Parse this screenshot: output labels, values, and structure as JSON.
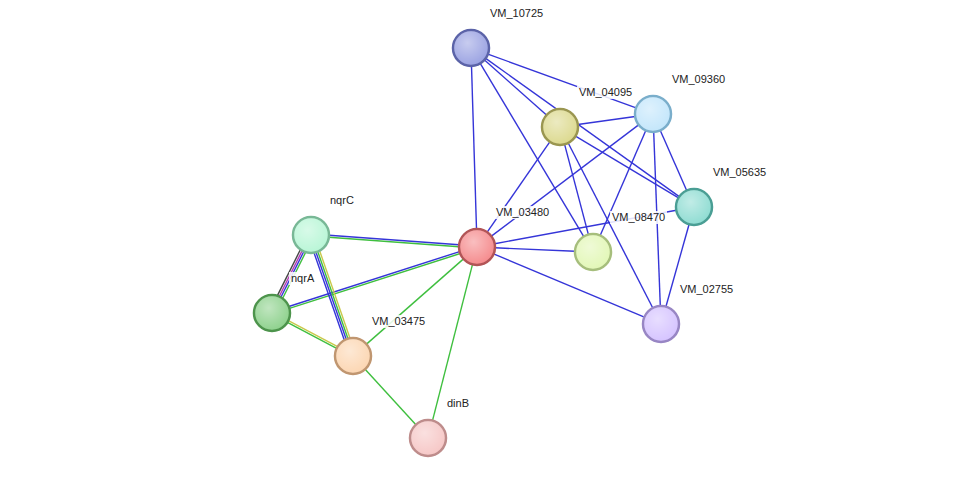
{
  "diagram": {
    "nodes": [
      {
        "text": [
          "VM_10725"
        ]
      },
      {
        "text": [
          "VM_04095"
        ]
      },
      {
        "text": [
          "VM_09360"
        ]
      },
      {
        "text": [
          "VM_05635"
        ]
      },
      {
        "text": [
          "nqrC"
        ]
      },
      {
        "text": [
          "VM_03480"
        ]
      },
      {
        "text": [
          "VM_08470"
        ]
      },
      {
        "text": [
          "nqrA"
        ]
      },
      {
        "text": [
          "VM_02755"
        ]
      },
      {
        "text": [
          "VM_03475"
        ]
      },
      {
        "text": [
          "dinB"
        ]
      }
    ],
    "edges": [
      {
        "from": 0,
        "to": 1,
        "arrow": "none"
      },
      {
        "from": 0,
        "to": 2,
        "arrow": "none"
      },
      {
        "from": 0,
        "to": 3,
        "arrow": "none"
      },
      {
        "from": 0,
        "to": 6,
        "arrow": "none"
      },
      {
        "from": 0,
        "to": 5,
        "arrow": "none"
      },
      {
        "from": 1,
        "to": 2,
        "arrow": "none"
      },
      {
        "from": 1,
        "to": 3,
        "arrow": "none"
      },
      {
        "from": 1,
        "to": 6,
        "arrow": "none"
      },
      {
        "from": 1,
        "to": 8,
        "arrow": "none"
      },
      {
        "from": 1,
        "to": 5,
        "arrow": "none"
      },
      {
        "from": 2,
        "to": 3,
        "arrow": "none"
      },
      {
        "from": 2,
        "to": 6,
        "arrow": "none"
      },
      {
        "from": 2,
        "to": 8,
        "arrow": "none"
      },
      {
        "from": 2,
        "to": 5,
        "arrow": "none"
      },
      {
        "from": 3,
        "to": 5,
        "arrow": "none"
      },
      {
        "from": 3,
        "to": 8,
        "arrow": "none"
      },
      {
        "from": 5,
        "to": 6,
        "arrow": "none"
      },
      {
        "from": 5,
        "to": 8,
        "arrow": "none"
      },
      {
        "from": 5,
        "to": 4,
        "arrow": "none"
      },
      {
        "from": 5,
        "to": 7,
        "arrow": "none"
      },
      {
        "from": 5,
        "to": 9,
        "arrow": "none"
      },
      {
        "from": 5,
        "to": 10,
        "arrow": "none"
      },
      {
        "from": 4,
        "to": 7,
        "arrow": "none"
      },
      {
        "from": 4,
        "to": 9,
        "arrow": "none"
      },
      {
        "from": 7,
        "to": 9,
        "arrow": "none"
      },
      {
        "from": 9,
        "to": 10,
        "arrow": "none"
      }
    ]
  }
}
